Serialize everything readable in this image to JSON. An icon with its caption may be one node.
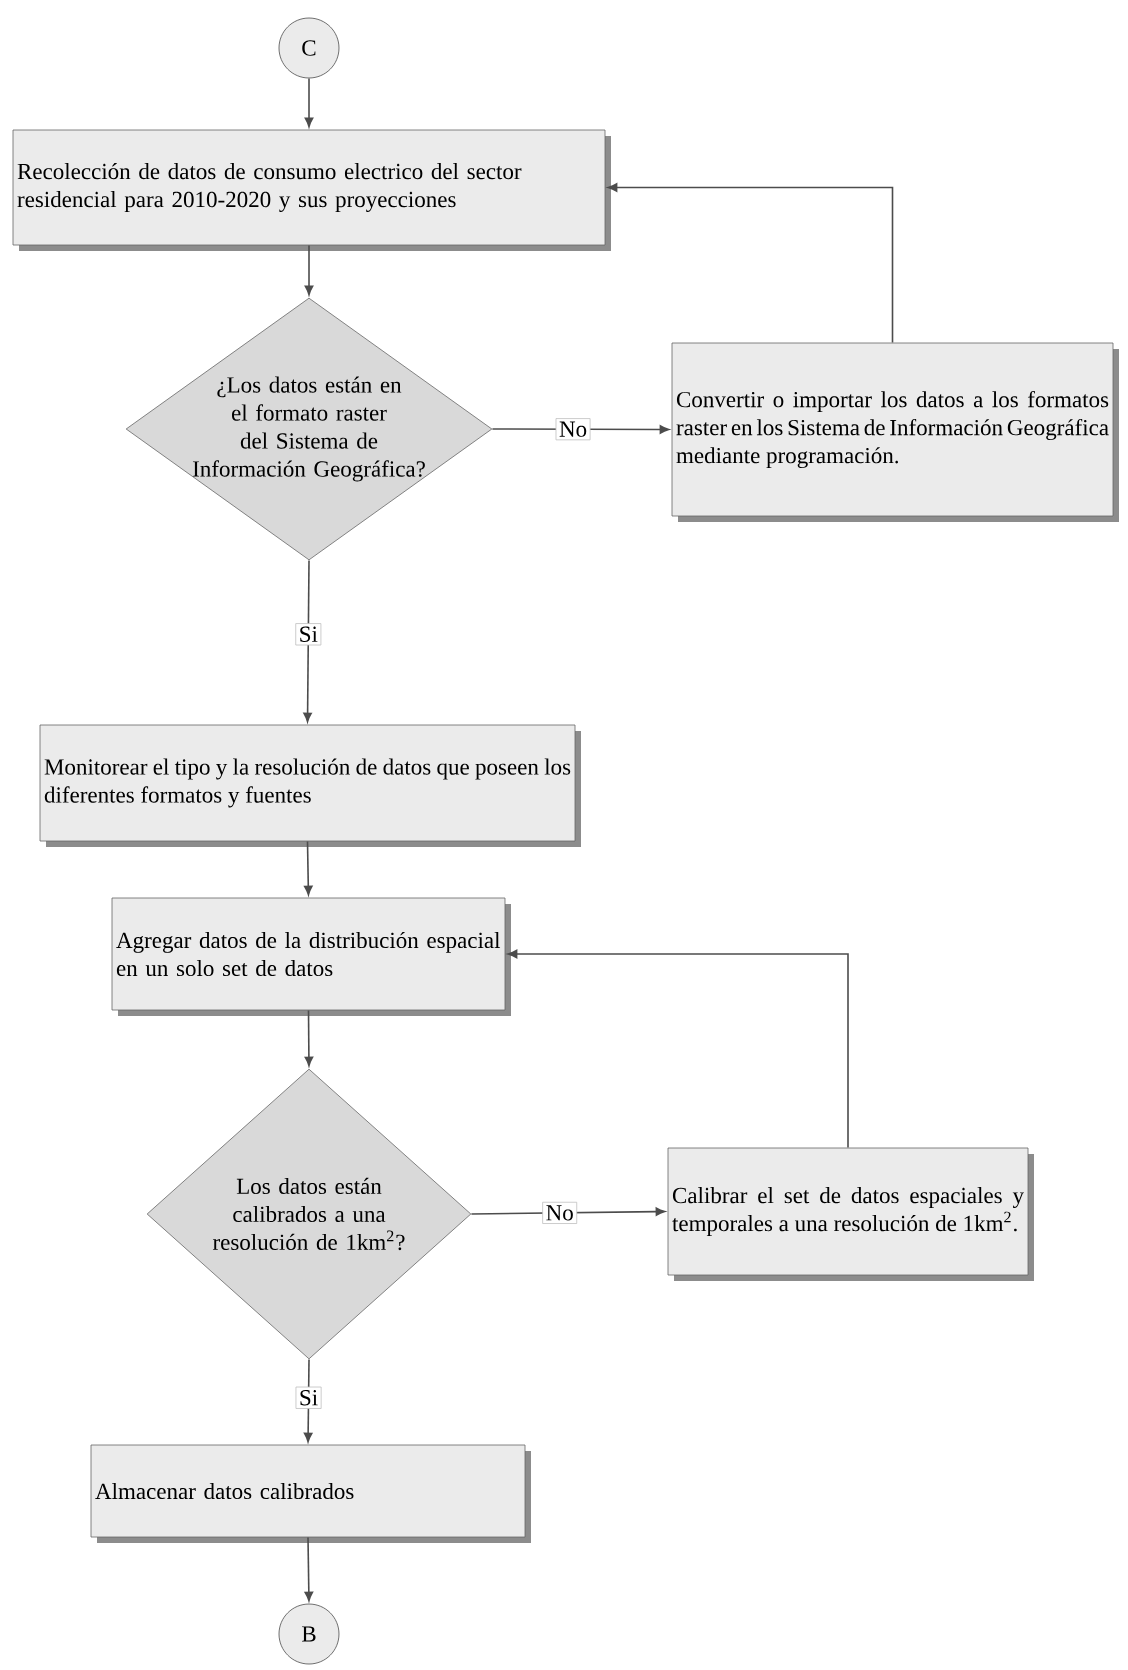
{
  "diagram": {
    "nodes": [
      {
        "text": [
          "C"
        ]
      },
      {
        "text": [
          "Recolección de datos de consumo electrico del sector residencial para 2010-2020 y sus proyecciones"
        ]
      },
      {
        "text": [
          "¿Los datos están en el formato raster del Sistema de Información Geográfica?"
        ]
      },
      {
        "text": [
          "Convertir o importar los datos a los formatos raster en los Sistema de Información Geográfica mediante programación."
        ]
      },
      {
        "text": [
          "Monitorear el tipo y la resolución de datos que poseen los diferentes formatos y fuentes"
        ]
      },
      {
        "text": [
          "Agregar datos de la distribución espacial en un solo set de datos"
        ]
      },
      {
        "text": [
          "Los datos están calibrados a una resolución de 1km$^{2}$?"
        ]
      },
      {
        "text": [
          "Calibrar el set de datos espaciales y temporales a una resolución de 1km$^{2}$."
        ]
      },
      {
        "text": [
          "Almacenar datos calibrados"
        ]
      },
      {
        "text": [
          "B"
        ]
      }
    ],
    "edges": [
      {
        "from": 0,
        "to": 1,
        "arrow": "to"
      },
      {
        "from": 1,
        "to": 2,
        "arrow": "to"
      },
      {
        "from": 2,
        "to": 3,
        "arrow": "to",
        "label": "No"
      },
      {
        "from": 3,
        "to": 1,
        "arrow": "to"
      },
      {
        "from": 2,
        "to": 4,
        "arrow": "to",
        "label": "Si"
      },
      {
        "from": 4,
        "to": 5,
        "arrow": "to"
      },
      {
        "from": 5,
        "to": 6,
        "arrow": "to"
      },
      {
        "from": 6,
        "to": 7,
        "arrow": "to",
        "label": "No"
      },
      {
        "from": 7,
        "to": 5,
        "arrow": "to"
      },
      {
        "from": 6,
        "to": 8,
        "arrow": "to",
        "label": "Si"
      },
      {
        "from": 8,
        "to": 9,
        "arrow": "to"
      }
    ]
  }
}
